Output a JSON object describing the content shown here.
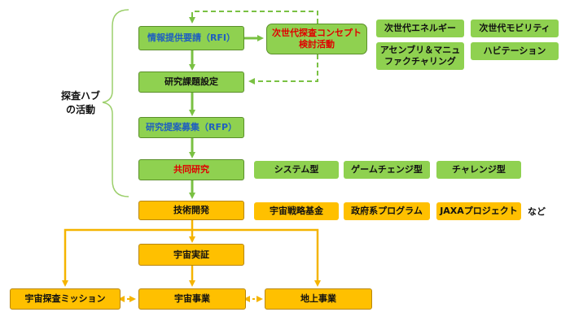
{
  "left_label": {
    "line1": "探査ハブ",
    "line2": "の活動"
  },
  "hub_steps": {
    "rfi": "情報提供要請（RFI）",
    "concept": {
      "line1": "次世代探査コンセプト",
      "line2": "検討活動"
    },
    "research_theme": "研究課題設定",
    "rfp": "研究提案募集（RFP）",
    "joint_research": "共同研究"
  },
  "categories": {
    "energy": "次世代エネルギー",
    "mobility": "次世代モビリティ",
    "assembly": {
      "line1": "アセンブリ＆マニュ",
      "line2": "ファクチャリング"
    },
    "habitation": "ハビテーション"
  },
  "research_types": {
    "system": "システム型",
    "game_change": "ゲームチェンジ型",
    "challenge": "チャレンジ型"
  },
  "downstream": {
    "tech_dev": "技術開発",
    "space_demo": "宇宙実証",
    "exploration_mission": "宇宙探査ミッション",
    "space_business": "宇宙事業",
    "ground_business": "地上事業"
  },
  "funding": {
    "strategy_fund": "宇宙戦略基金",
    "gov_program": "政府系プログラム",
    "jaxa_project": "JAXAプロジェクト",
    "etc": "など"
  },
  "colors": {
    "green": "#8fd150",
    "orange": "#ffc000",
    "arrow_green": "#7ac143",
    "arrow_orange": "#f5b400",
    "blue_text": "#1f5fc0",
    "red_text": "#e00000"
  }
}
